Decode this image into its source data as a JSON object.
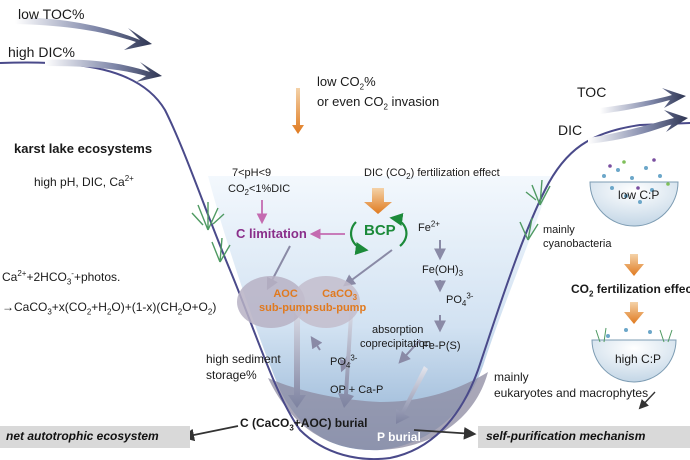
{
  "top_left": {
    "low_toc": "low TOC%",
    "high_dic": "high DIC%"
  },
  "top_center": {
    "line1_a": "low CO",
    "line1_sub": "2",
    "line1_b": "%",
    "line2_a": "or even CO",
    "line2_sub": "2",
    "line2_b": " invasion"
  },
  "top_right": {
    "toc": "TOC",
    "dic": "DIC"
  },
  "left": {
    "title": "karst lake ecosystems",
    "props_a": "high pH, DIC, Ca",
    "props_sup": "2+",
    "eq1_a": "Ca",
    "eq1_sup1": "2+",
    "eq1_b": "+2HCO",
    "eq1_sub": "3",
    "eq1_sup2": "-",
    "eq1_c": "+photos.",
    "eq2_a": "→CaCO",
    "eq2_sub1": "3",
    "eq2_b": "+x(CO",
    "eq2_sub2": "2",
    "eq2_c": "+H",
    "eq2_sub3": "2",
    "eq2_d": "O)+(1-x)(CH",
    "eq2_sub4": "2",
    "eq2_e": "O+O",
    "eq2_sub5": "2",
    "eq2_f": ")"
  },
  "lake": {
    "ph_range": "7<pH<9",
    "co2_a": "CO",
    "co2_sub": "2",
    "co2_b": "<1%DIC",
    "fert_a": "DIC (CO",
    "fert_sub": "2",
    "fert_b": ") fertilization effect",
    "fe_a": "Fe",
    "fe_sup": "2+",
    "c_limitation": "C limitation",
    "bcp": "BCP",
    "feoh_a": "Fe(OH)",
    "feoh_sub": "3",
    "po4_a": "PO",
    "po4_sub": "4",
    "po4_sup": "3-",
    "aoc_1": "AOC",
    "aoc_2": "sub-pump",
    "caco_a": "CaCO",
    "caco_sub": "3",
    "caco_2": "sub-pump",
    "absorption": "absorption",
    "coprecip": "coprecipitation",
    "fep": "Fe-P(S)",
    "po4b_a": "PO",
    "po4b_sub": "4",
    "po4b_sup": "3-",
    "op": "OP + Ca-P",
    "sediment_1": "high sediment",
    "sediment_2": "storage%"
  },
  "right": {
    "cyano_1": "mainly",
    "cyano_2": "cyanobacteria",
    "low_cp": "low C:P",
    "fert_a": "CO",
    "fert_sub": "2",
    "fert_b": " fertilization effect",
    "high_cp": "high C:P",
    "euk_1": "mainly",
    "euk_2": "eukaryotes and macrophytes"
  },
  "bottom": {
    "net": "net autotrophic ecosystem",
    "burial_c_a": "C (CaCO",
    "burial_c_sub": "3",
    "burial_c_b": "+AOC) burial",
    "burial_p": "P burial",
    "self": "self-purification mechanism"
  },
  "colors": {
    "lake_top": "#eaf2fb",
    "lake_bottom": "#9bbad8",
    "outline": "#4a4a8a",
    "purple": "#8a2f8a",
    "green": "#1c8a3a",
    "orange": "#e07a1f",
    "arrow_gray": "#8a8aa6"
  }
}
